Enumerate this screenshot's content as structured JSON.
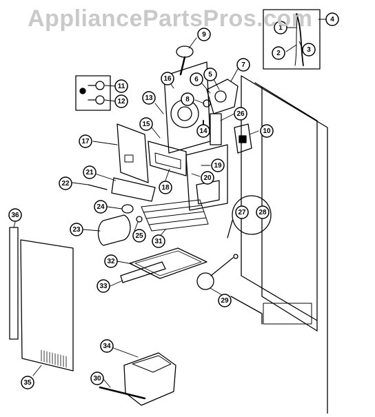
{
  "watermark": "AppliancePartsPros.com",
  "callouts": [
    "1",
    "2",
    "3",
    "4",
    "5",
    "6",
    "7",
    "8",
    "9",
    "10",
    "11",
    "12",
    "13",
    "14",
    "15",
    "16",
    "17",
    "18",
    "19",
    "20",
    "21",
    "22",
    "23",
    "24",
    "25",
    "26",
    "27",
    "28",
    "29",
    "30",
    "31",
    "32",
    "33",
    "34",
    "35",
    "36"
  ]
}
